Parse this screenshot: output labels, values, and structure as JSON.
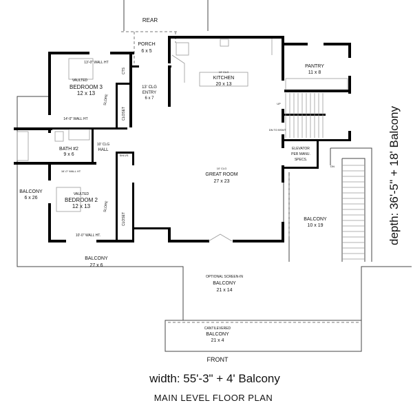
{
  "labels": {
    "rear": "REAR",
    "front": "FRONT",
    "porch": {
      "name": "PORCH",
      "size": "6 x 5"
    },
    "entry": {
      "note": "13' CLG",
      "name": "ENTRY",
      "size": "6 x 7"
    },
    "bedroom3": {
      "note": "VAULTED",
      "name": "BEDROOM 3",
      "size": "12 x 13",
      "wall_ht_1": "13'-0\" WALL HT",
      "wall_ht_2": "14'-0\" WALL HT",
      "slope": "SLOPE",
      "closet": "CLOSET",
      "cts": "CTS"
    },
    "bath2": {
      "name": "BATH #2",
      "size": "9 x 6"
    },
    "hall": {
      "note": "10' CLG",
      "name": "HALL",
      "shlvs": "SHLVS"
    },
    "bedroom2": {
      "note": "VAULTED",
      "name": "BEDROOM 2",
      "size": "12 x 13",
      "wall_ht_1": "16'-0\" WALL HT",
      "wall_ht_2": "10'-0\" WALL HT.",
      "slope": "SLOPE",
      "closet": "CLOSET"
    },
    "kitchen": {
      "note": "10' CLG",
      "name": "KITCHEN",
      "size": "20 x 13"
    },
    "pantry": {
      "name": "PANTRY",
      "size": "11 x 8"
    },
    "great_room": {
      "note": "10' CLG",
      "name": "GREAT ROOM",
      "size": "27 x 23"
    },
    "stairs": {
      "up": "UP",
      "dn": "DN",
      "dn_to_bsmt": "DN TO BSMT"
    },
    "elevator": {
      "line1": "ELEVATOR",
      "line2": "PER MANU.",
      "line3": "SPECS."
    },
    "balcony_left": {
      "name": "BALCONY",
      "size": "6 x 26"
    },
    "balcony_bottom": {
      "name": "BALCONY",
      "size": "27 x 6"
    },
    "balcony_right": {
      "name": "BALCONY",
      "size": "10 x 19"
    },
    "balcony_screen": {
      "note": "OPTIONAL SCREEN-IN",
      "name": "BALCONY",
      "size": "21 x 14"
    },
    "balcony_cantilever": {
      "note": "CANTILEVERED",
      "name": "BALCONY",
      "size": "21 x 4"
    }
  },
  "width_caption": "width: 55'-3\" + 4' Balcony",
  "depth_caption": "depth: 36'-5\" + 18' Balcony",
  "plan_title": "MAIN LEVEL FLOOR PLAN"
}
